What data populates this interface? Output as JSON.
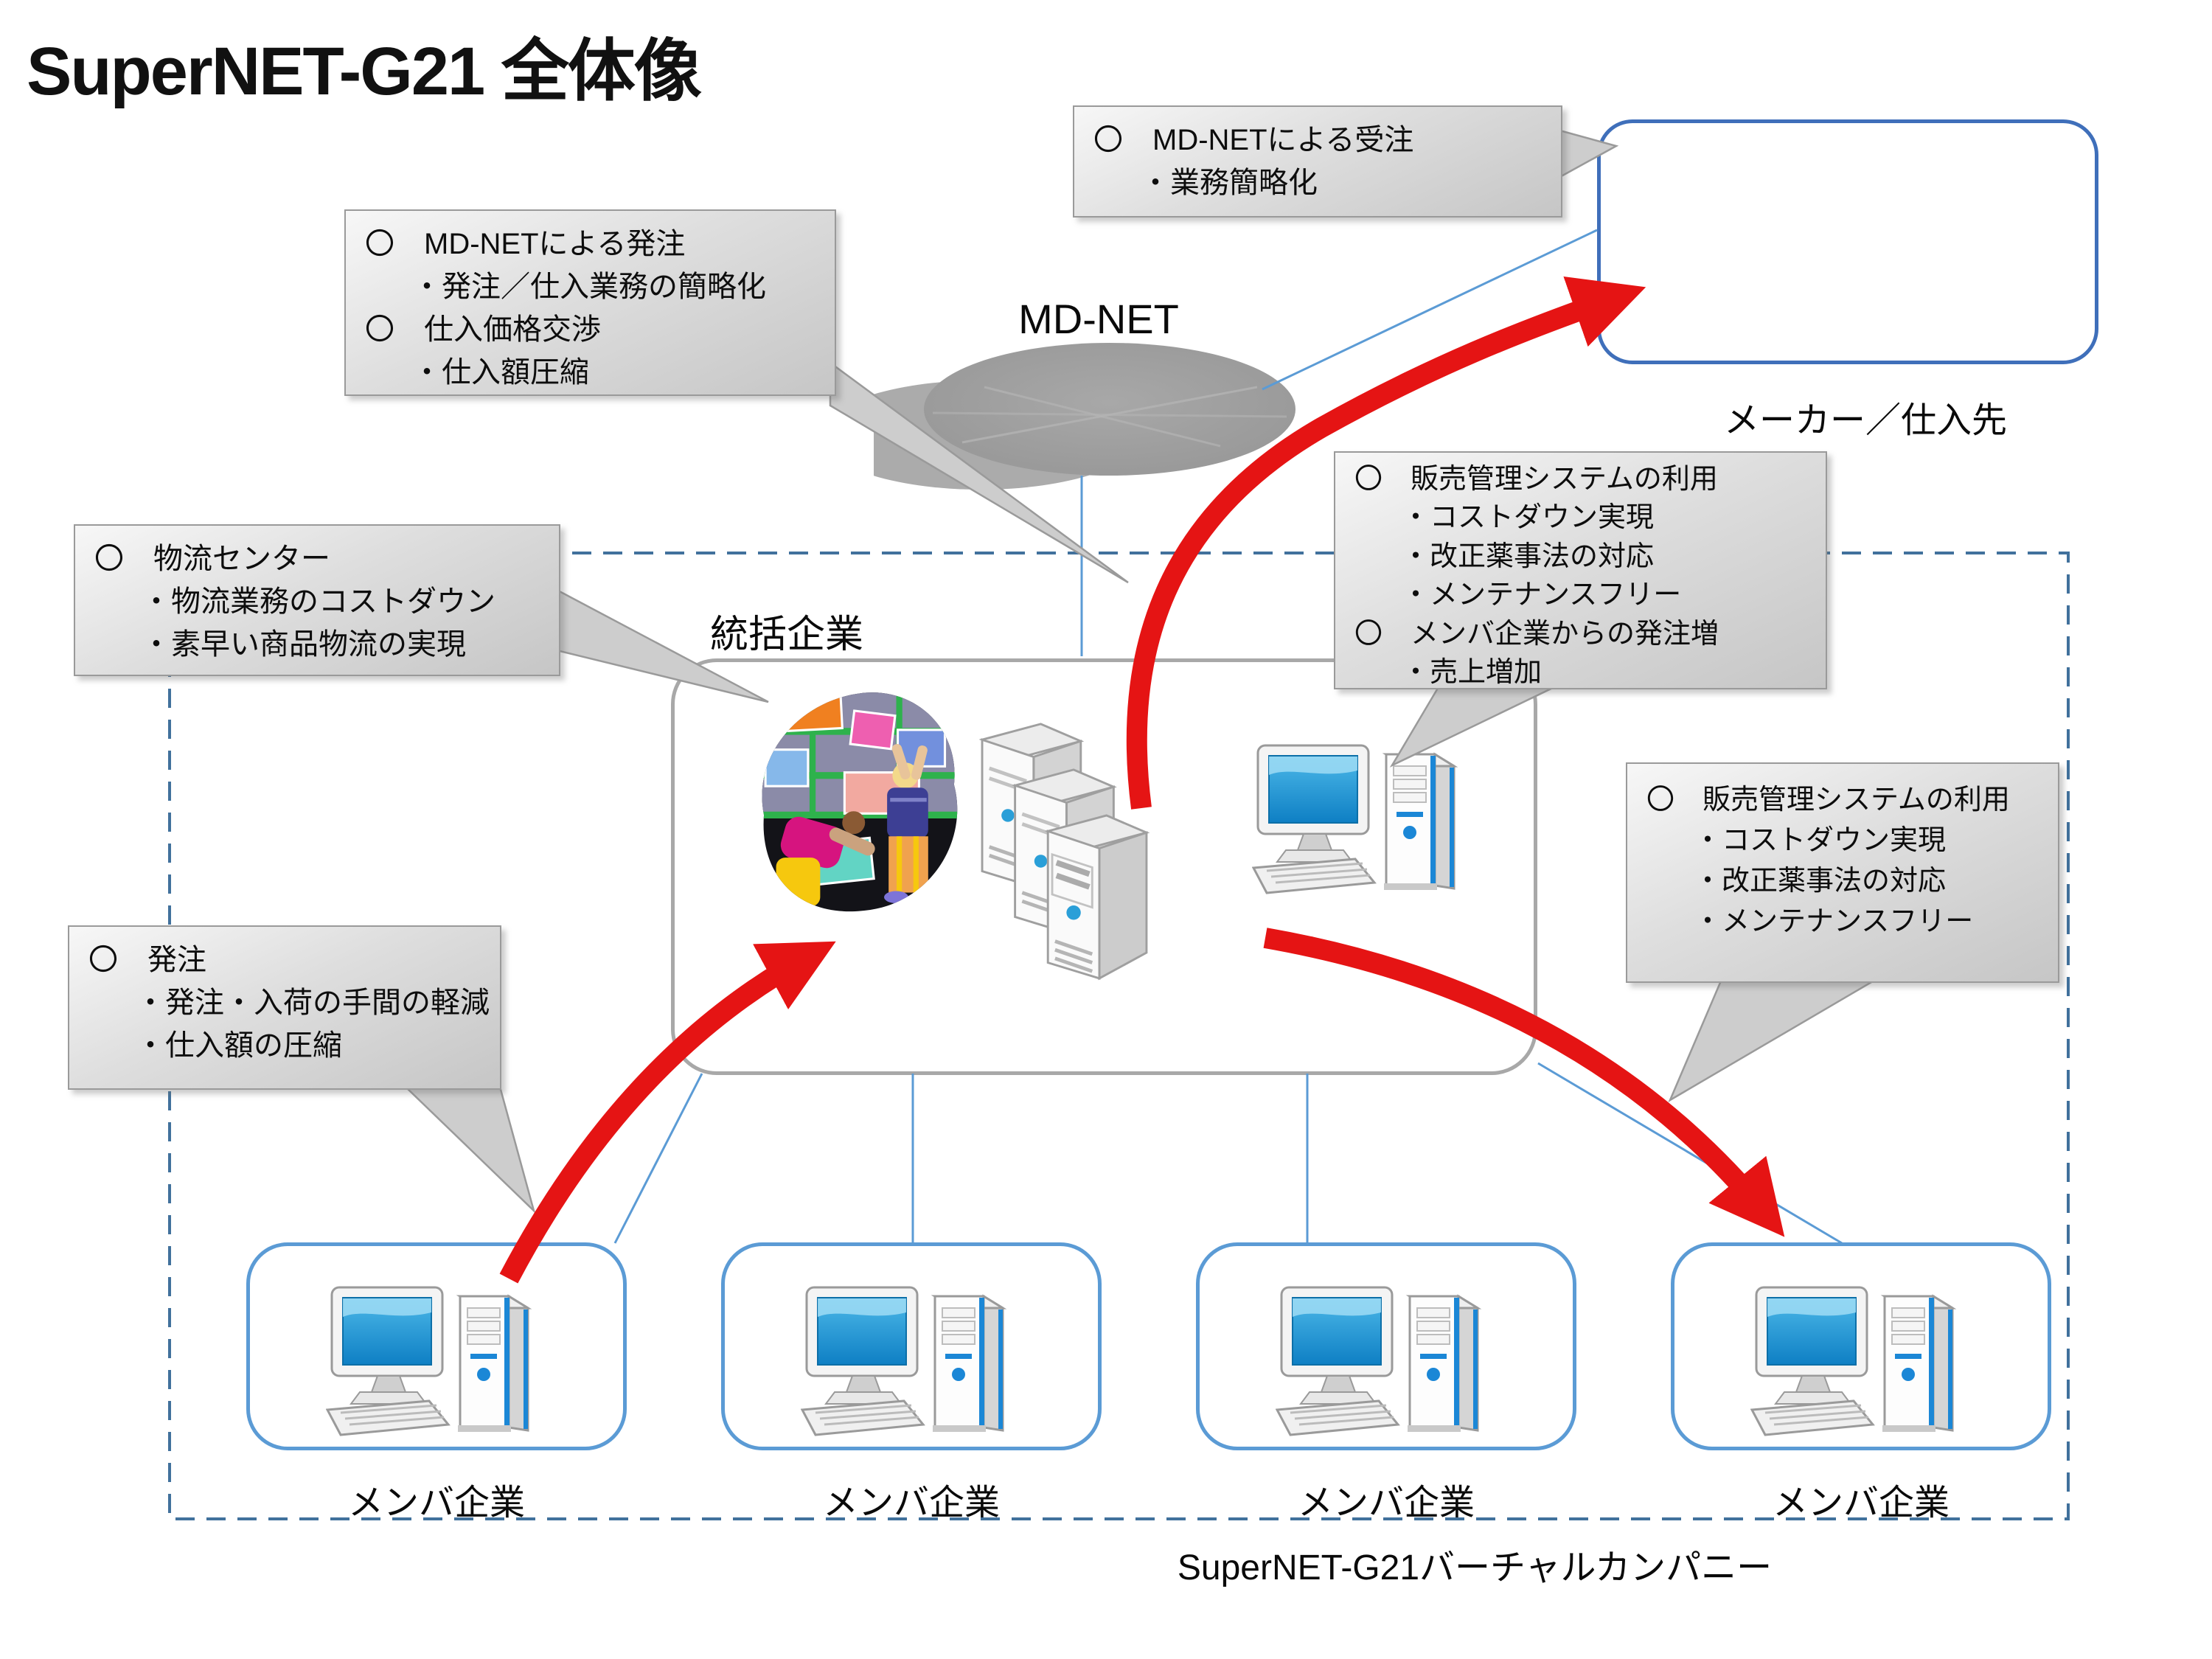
{
  "title": "SuperNET-G21 全体像",
  "cloud": {
    "label": "MD-NET"
  },
  "maker": {
    "label": "メーカー／仕入先"
  },
  "hq": {
    "label": "統括企業"
  },
  "members": [
    {
      "label": "メンバ企業"
    },
    {
      "label": "メンバ企業"
    },
    {
      "label": "メンバ企業"
    },
    {
      "label": "メンバ企業"
    }
  ],
  "virtual_company": {
    "label": "SuperNET-G21バーチャルカンパニー"
  },
  "callouts": {
    "md_net_receive": {
      "lines": [
        "〇　MD-NETによる受注",
        "・業務簡略化"
      ]
    },
    "md_net_order": {
      "lines": [
        "〇　MD-NETによる発注",
        "・発注／仕入業務の簡略化",
        "〇　仕入価格交渉",
        "・仕入額圧縮"
      ]
    },
    "logistics": {
      "lines": [
        "〇　物流センター",
        "・物流業務のコストダウン",
        "・素早い商品物流の実現"
      ]
    },
    "sales_hq": {
      "lines": [
        "〇　販売管理システムの利用",
        "・コストダウン実現",
        "・改正薬事法の対応",
        "・メンテナンスフリー",
        "〇　メンバ企業からの発注増",
        "・売上増加"
      ]
    },
    "sales_member": {
      "lines": [
        "〇　販売管理システムの利用",
        "・コストダウン実現",
        "・改正薬事法の対応",
        "・メンテナンスフリー"
      ]
    },
    "order": {
      "lines": [
        "〇　発注",
        "・発注・入荷の手間の軽減",
        "・仕入額の圧縮"
      ]
    }
  },
  "icons": {
    "cloud": "md-net-cloud",
    "warehouse": "warehouse-clipart",
    "servers": "server-stack",
    "computer": "desktop-computer"
  },
  "colors": {
    "red_arrow": "#e51414",
    "member_box_blue": "#5b9bd5",
    "maker_box_blue": "#3f6fba",
    "dashed_border_blue": "#41719c",
    "hq_box_gray": "#a8a8a8",
    "callout_gray": "#d8d8d8",
    "cloud_gray": "#9d9d9d"
  }
}
